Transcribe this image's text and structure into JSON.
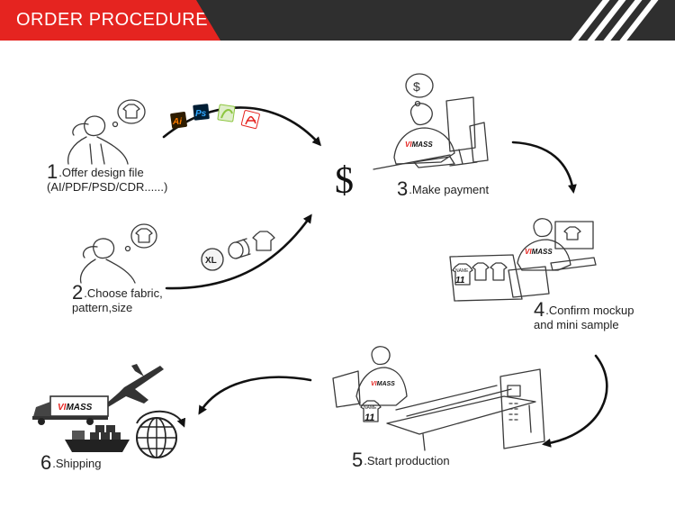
{
  "header": {
    "title": "ORDER PROCEDURE"
  },
  "brand": {
    "logo_red": "VI",
    "logo_black": "MASS"
  },
  "jersey": {
    "name": "NAME",
    "number": "11"
  },
  "badges": {
    "size": "XL",
    "currency": "$"
  },
  "file_icons": [
    {
      "text": "Ai",
      "color": "#ff7c00",
      "bg": "#2e1c00"
    },
    {
      "text": "Ps",
      "color": "#31a8ff",
      "bg": "#001d34"
    },
    {
      "text": "",
      "color": "#8dc63f",
      "bg": "#dfeeca"
    },
    {
      "text": "",
      "color": "#e52420",
      "bg": "#ffffff"
    }
  ],
  "steps": [
    {
      "num": "1",
      "text": ".Offer design file",
      "text2": "(AI/PDF/PSD/CDR......)"
    },
    {
      "num": "2",
      "text": ".Choose fabric,",
      "text2": "pattern,size"
    },
    {
      "num": "3",
      "text": ".Make payment"
    },
    {
      "num": "4",
      "text": ".Confirm mockup",
      "text2": "and mini sample"
    },
    {
      "num": "5",
      "text": ".Start production"
    },
    {
      "num": "6",
      "text": ".Shipping"
    }
  ],
  "colors": {
    "accent": "#e52420",
    "header_bg": "#2f2f2f"
  }
}
